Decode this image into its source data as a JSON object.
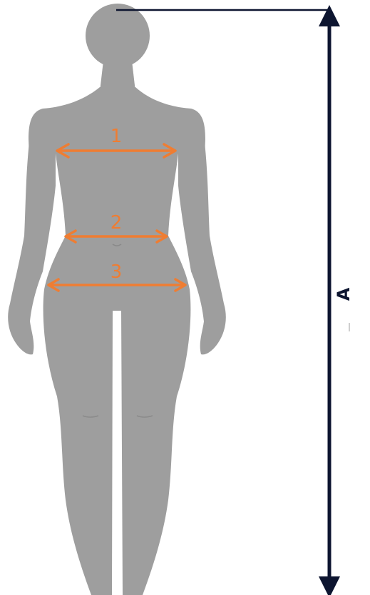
{
  "measurements": [
    {
      "label": "1"
    },
    {
      "label": "2"
    },
    {
      "label": "3"
    }
  ],
  "height": {
    "label": "A"
  },
  "colors": {
    "silhouette": "#9e9e9e",
    "measure_arrow": "#ef7d32",
    "height_arrow": "#0d1530",
    "background": "#ffffff"
  }
}
